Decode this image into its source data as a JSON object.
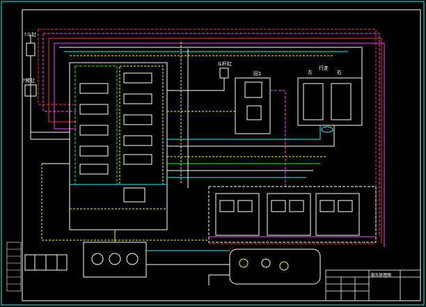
{
  "labels": {
    "cyl1": "?斗缸",
    "cyl2": "?臂缸",
    "boom": "斗杆缸",
    "rot": "回1",
    "left": "左",
    "travel": "行走",
    "right": "右"
  },
  "title_block": {
    "name": "液压原理图"
  },
  "colors": {
    "background": "#000000",
    "frame": "#ffffff",
    "red": "#ff3030",
    "magenta": "#ff40ff",
    "yellow": "#ffff00",
    "green": "#00ff00",
    "cyan": "#00ffff",
    "blue": "#4060ff",
    "white": "#ffffff"
  }
}
